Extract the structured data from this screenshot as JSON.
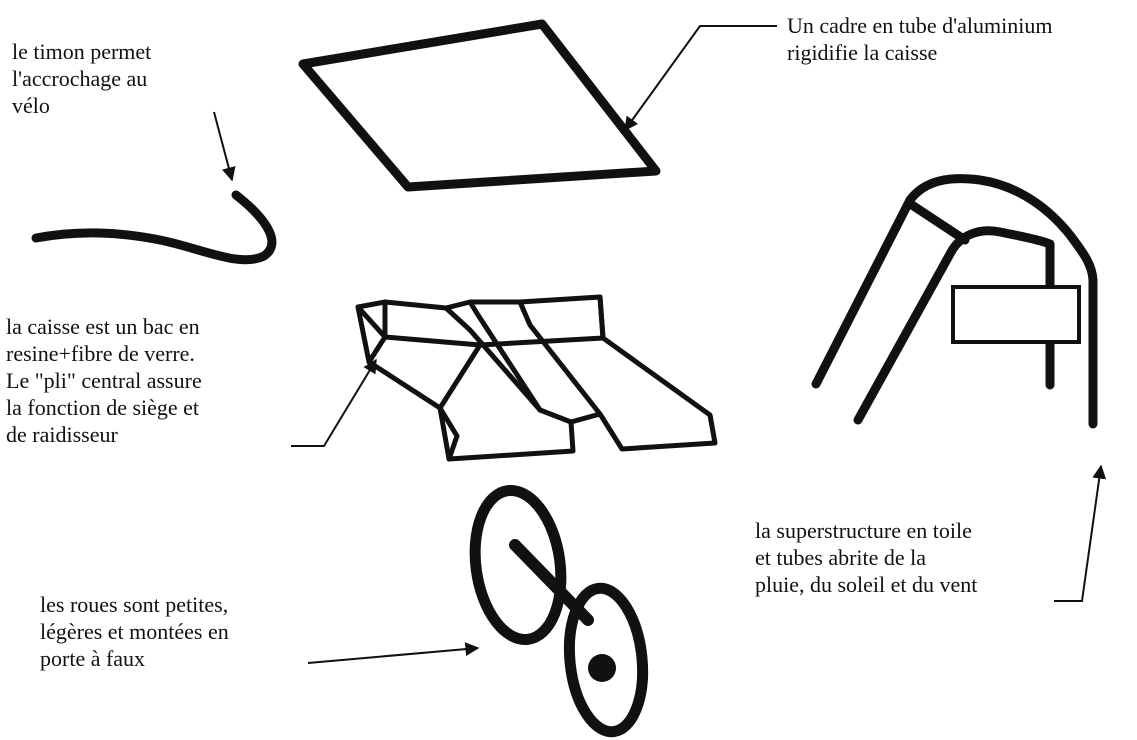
{
  "labels": {
    "timon": [
      "le timon permet",
      "l'accrochage au",
      "vélo"
    ],
    "cadre": [
      "Un cadre en tube d'aluminium",
      "rigidifie la caisse"
    ],
    "caisse": [
      "la caisse est un bac en",
      "resine+fibre de verre.",
      "Le \"pli\" central assure",
      "la fonction de siège et",
      "de raidisseur"
    ],
    "superstructure": [
      "la superstructure en toile",
      "et tubes abrite de la",
      "pluie, du soleil et du vent"
    ],
    "roues": [
      "les roues sont petites,",
      "légères et montées en",
      "porte à faux"
    ]
  },
  "colors": {
    "ink": "#111111",
    "background": "#ffffff"
  }
}
